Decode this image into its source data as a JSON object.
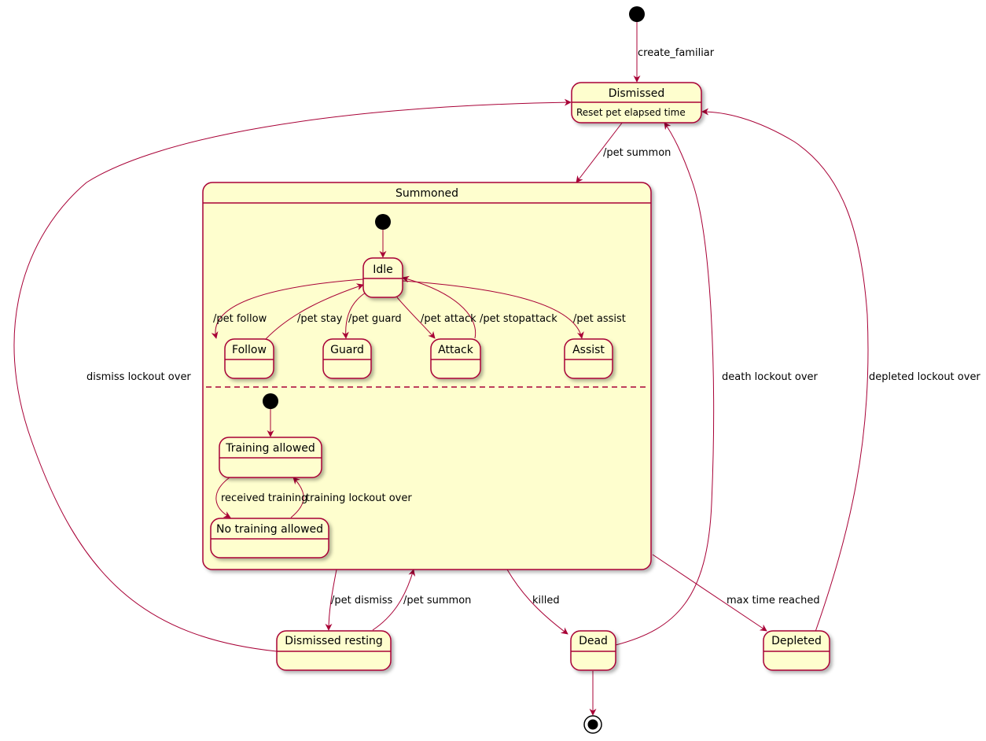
{
  "states": {
    "dismissed": {
      "title": "Dismissed",
      "description": "Reset pet elapsed time"
    },
    "summoned": {
      "title": "Summoned"
    },
    "idle": {
      "title": "Idle"
    },
    "follow": {
      "title": "Follow"
    },
    "guard": {
      "title": "Guard"
    },
    "attack": {
      "title": "Attack"
    },
    "assist": {
      "title": "Assist"
    },
    "training_allowed": {
      "title": "Training allowed"
    },
    "no_training_allowed": {
      "title": "No training allowed"
    },
    "dismissed_resting": {
      "title": "Dismissed resting"
    },
    "dead": {
      "title": "Dead"
    },
    "depleted": {
      "title": "Depleted"
    }
  },
  "transitions": {
    "create_familiar": "create_familiar",
    "pet_summon": "/pet summon",
    "pet_follow": "/pet follow",
    "pet_stay": "/pet stay",
    "pet_guard": "/pet guard",
    "pet_attack": "/pet attack",
    "pet_stopattack": "/pet stopattack",
    "pet_assist": "/pet assist",
    "received_training": "received training",
    "training_lockout_over": "training lockout over",
    "pet_dismiss": "/pet dismiss",
    "pet_summon_back": "/pet summon",
    "killed": "killed",
    "max_time_reached": "max time reached",
    "dismiss_lockout_over": "dismiss lockout over",
    "death_lockout_over": "death lockout over",
    "depleted_lockout_over": "depleted lockout over"
  },
  "colors": {
    "state_fill": "#FEFECE",
    "state_border": "#A80036",
    "arrow": "#A80036",
    "text": "#000000"
  }
}
